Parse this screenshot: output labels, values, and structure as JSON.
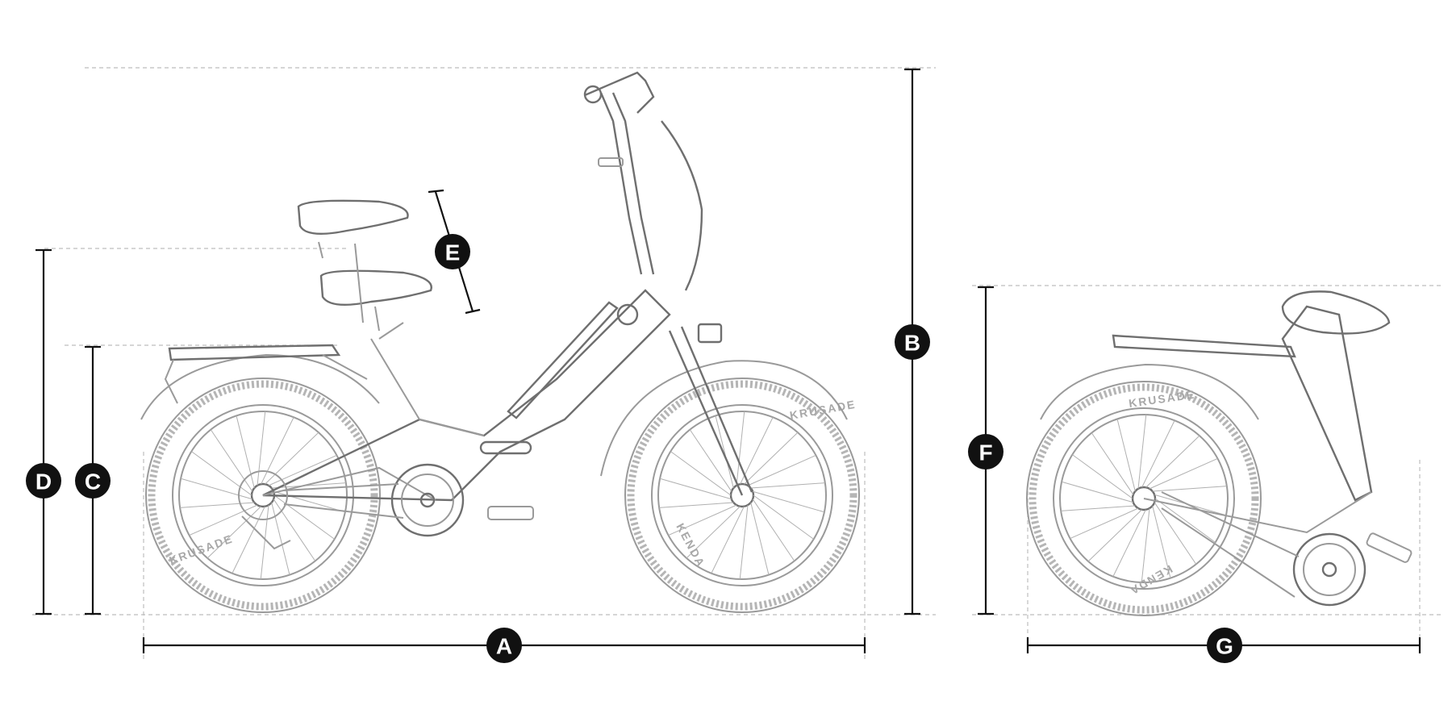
{
  "diagram": {
    "labels": {
      "A": "A",
      "B": "B",
      "C": "C",
      "D": "D",
      "E": "E",
      "F": "F",
      "G": "G"
    },
    "tire_text": {
      "brand": "KENDA",
      "model": "KRUSADE"
    },
    "colors": {
      "dimension_line": "#111111",
      "guide_line": "#bdbdbd",
      "sketch": "#9a9a9a",
      "badge_fill": "#111111",
      "badge_text": "#ffffff"
    }
  }
}
